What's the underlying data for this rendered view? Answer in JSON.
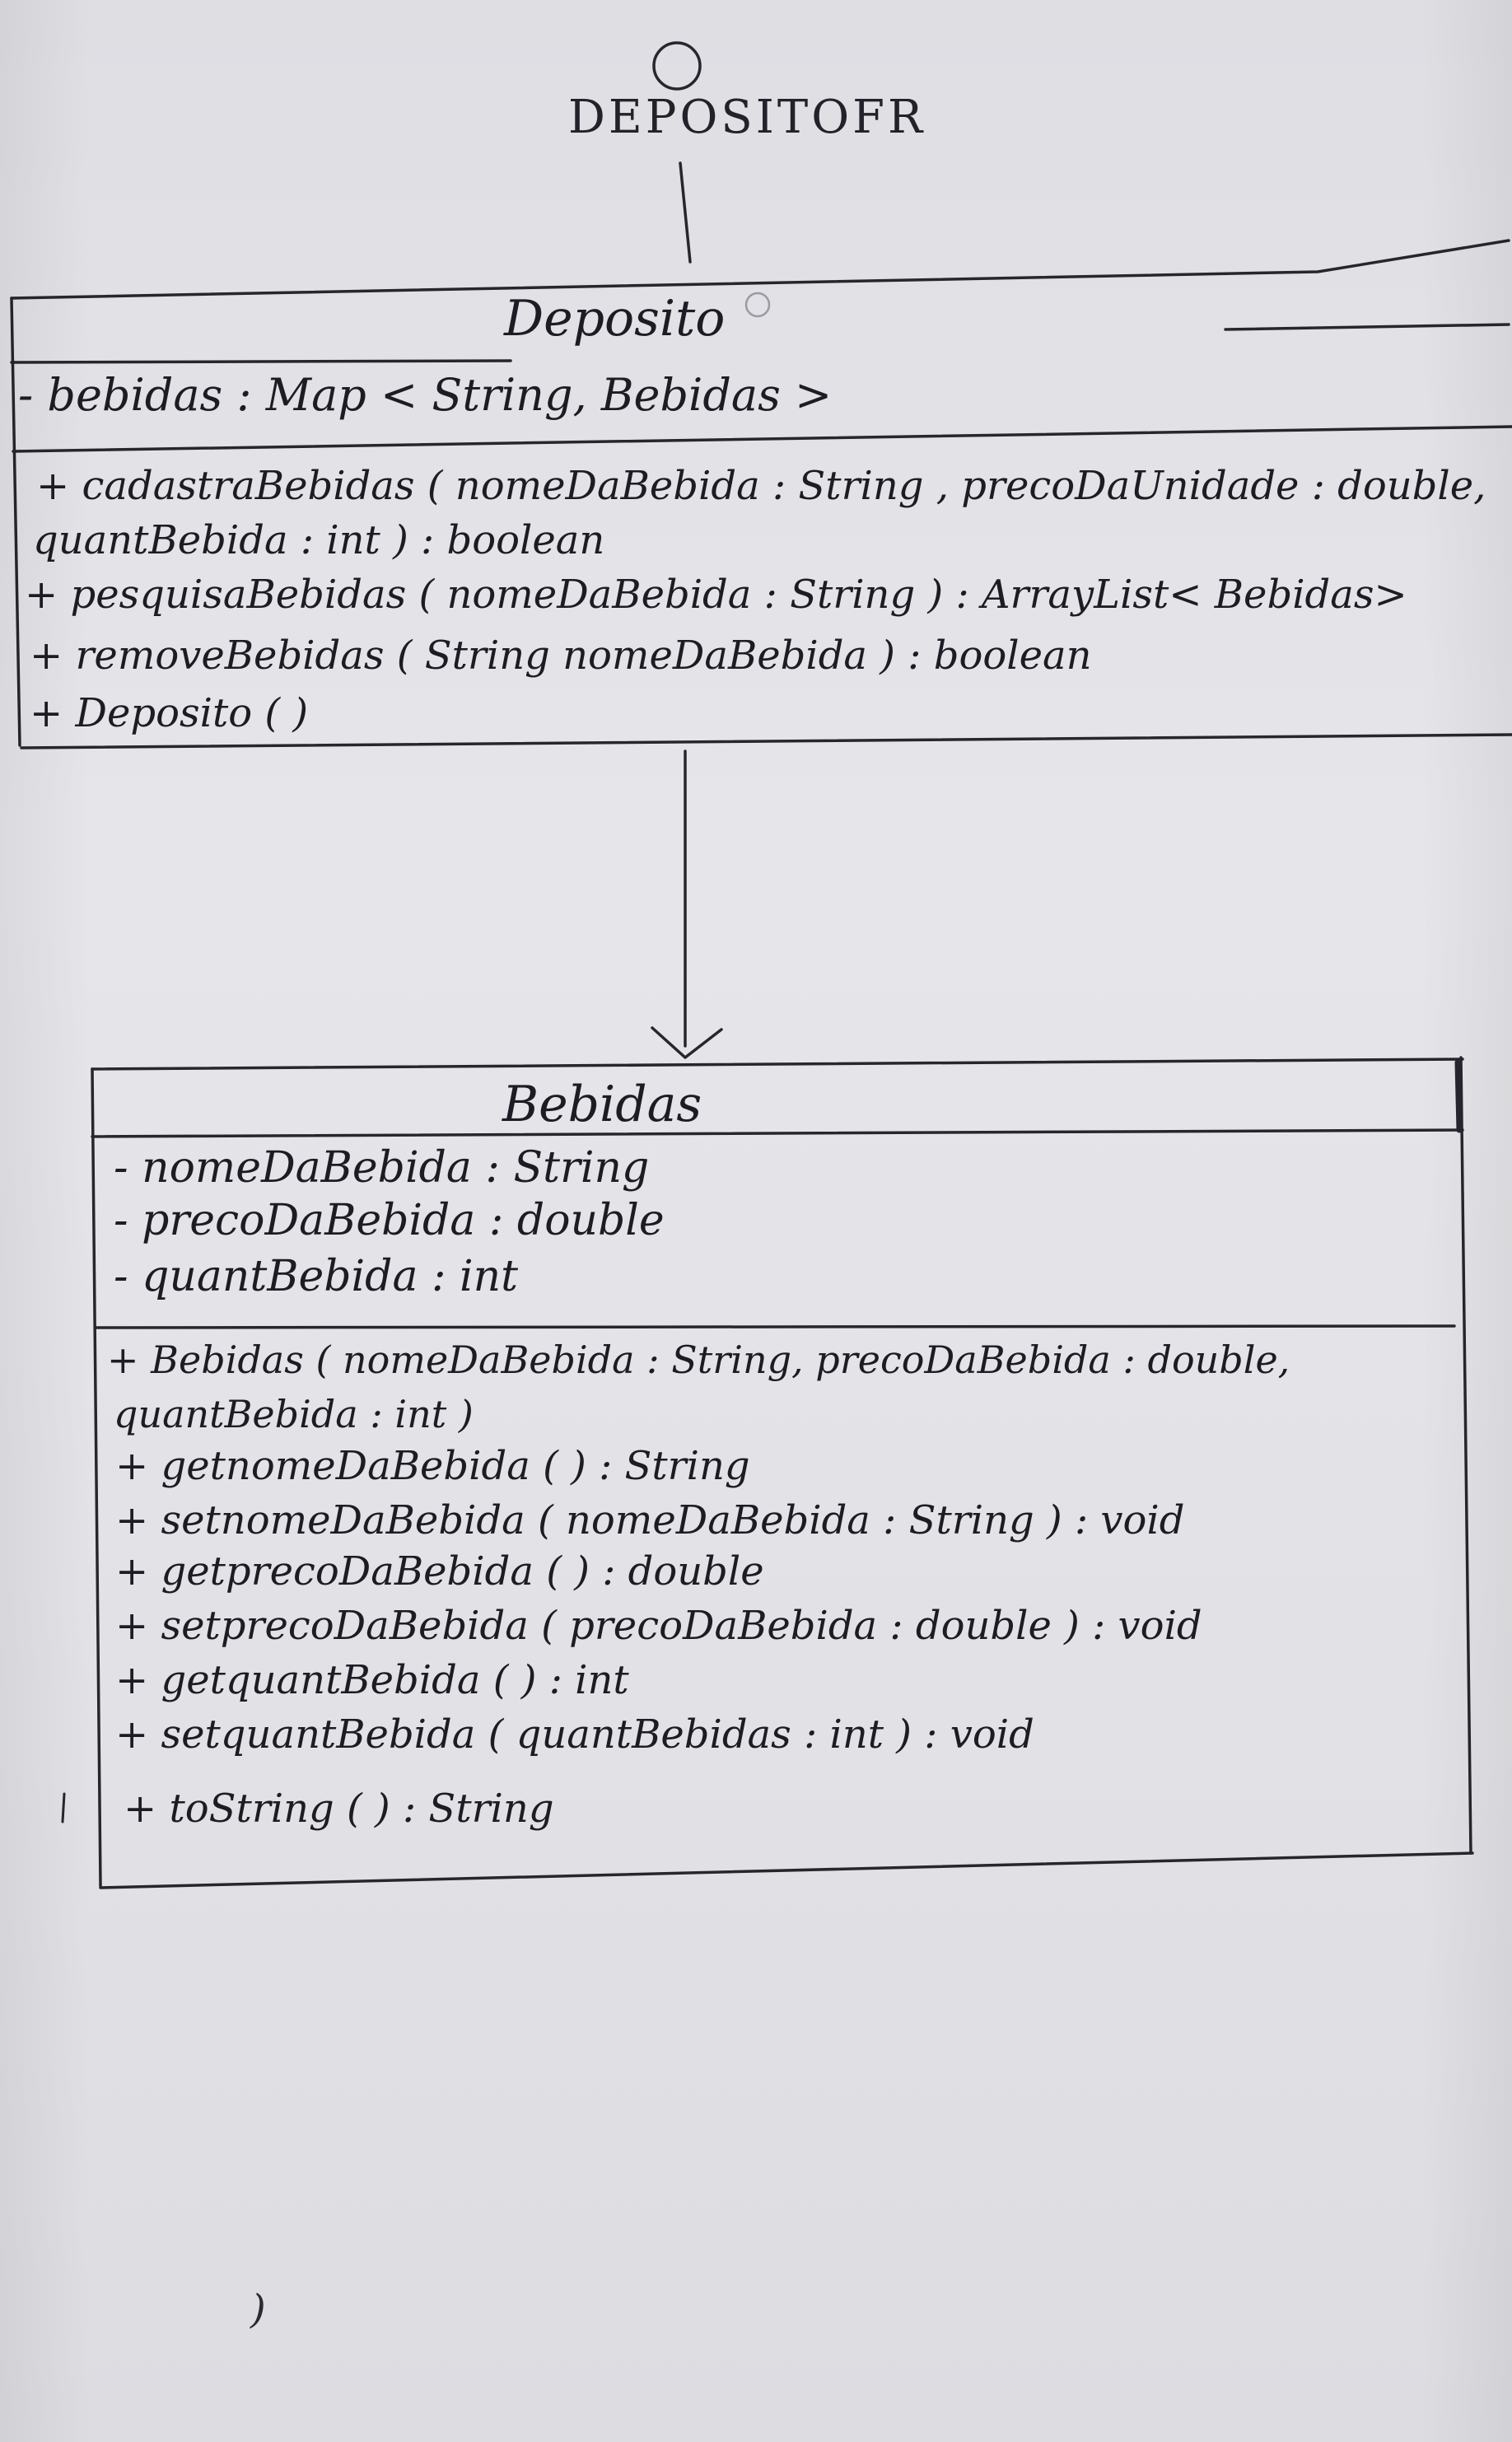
{
  "package": {
    "name": "DEPOSITOFR"
  },
  "deposito": {
    "name": "Deposito",
    "attributes": [
      "- bebidas : Map < String, Bebidas >"
    ],
    "methods": [
      "+ cadastraBebidas ( nomeDaBebida : String , precoDaUnidade : double,",
      "quantBebida : int ) : boolean",
      "+ pesquisaBebidas ( nomeDaBebida : String ) : ArrayList< Bebidas>",
      "+ removeBebidas ( String nomeDaBebida ) : boolean",
      "+ Deposito ( )"
    ]
  },
  "bebidas": {
    "name": "Bebidas",
    "attributes": [
      "- nomeDaBebida : String",
      "- precoDaBebida : double",
      "- quantBebida : int"
    ],
    "methods": [
      "+ Bebidas ( nomeDaBebida : String, precoDaBebida : double,",
      "quantBebida : int )",
      "+ getnomeDaBebida ( ) : String",
      "+ setnomeDaBebida ( nomeDaBebida : String ) : void",
      "+ getprecoDaBebida ( ) : double",
      "+ setprecoDaBebida ( precoDaBebida : double ) : void",
      "+ getquantBebida ( ) : int",
      "+ setquantBebida ( quantBebidas : int ) : void",
      "+ toString ( ) : String"
    ]
  },
  "page_marks": {
    "bracket": ")"
  }
}
